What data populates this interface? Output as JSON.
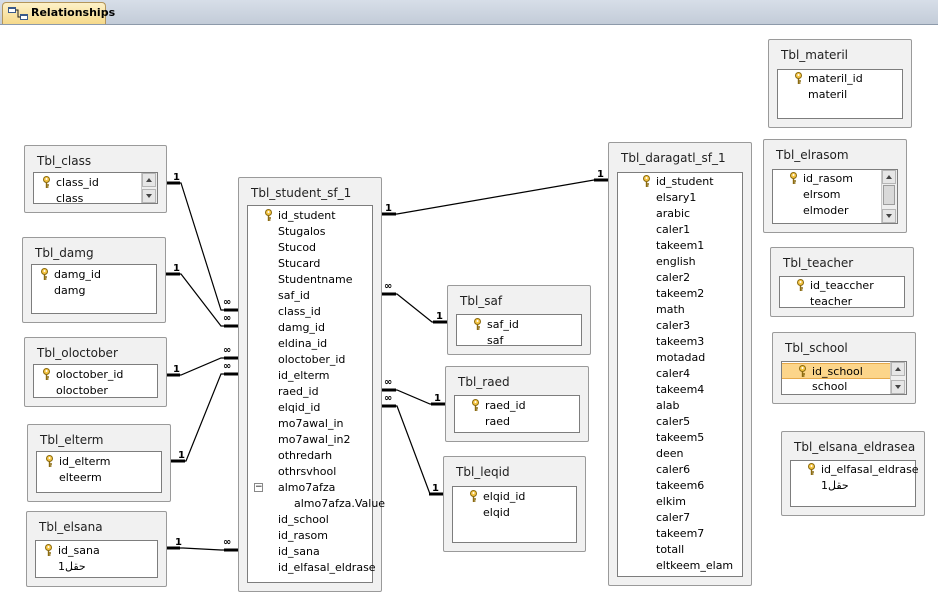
{
  "tab": {
    "label": "Relationships",
    "icon": "relationships-icon"
  },
  "tables": {
    "class": {
      "title": "Tbl_class",
      "fields": [
        "class_id",
        "class"
      ],
      "key": 0
    },
    "damg": {
      "title": "Tbl_damg",
      "fields": [
        "damg_id",
        "damg"
      ],
      "key": 0
    },
    "oloctober": {
      "title": "Tbl_oloctober",
      "fields": [
        "oloctober_id",
        "oloctober"
      ],
      "key": 0
    },
    "elterm": {
      "title": "Tbl_elterm",
      "fields": [
        "id_elterm",
        "elteerm"
      ],
      "key": 0
    },
    "elsana": {
      "title": "Tbl_elsana",
      "fields": [
        "id_sana",
        "حقل1"
      ],
      "key": 0
    },
    "student": {
      "title": "Tbl_student_sf_1",
      "fields": [
        "id_student",
        "Stugalos",
        "Stucod",
        "Stucard",
        "Studentname",
        "saf_id",
        "class_id",
        "damg_id",
        "eldina_id",
        "oloctober_id",
        "id_elterm",
        "raed_id",
        "elqid_id",
        "mo7awal_in",
        "mo7awal_in2",
        "othredarh",
        "othrsvhool",
        "almo7afza",
        "almo7afza.Value",
        "id_school",
        "id_rasom",
        "id_sana",
        "id_elfasal_eldrase"
      ],
      "key": 0,
      "expand_symbol": "−"
    },
    "saf": {
      "title": "Tbl_saf",
      "fields": [
        "saf_id",
        "saf"
      ],
      "key": 0
    },
    "raed": {
      "title": "Tbl_raed",
      "fields": [
        "raed_id",
        "raed"
      ],
      "key": 0
    },
    "leqid": {
      "title": "Tbl_leqid",
      "fields": [
        "elqid_id",
        "elqid"
      ],
      "key": 0
    },
    "daragatl": {
      "title": "Tbl_daragatl_sf_1",
      "fields": [
        "id_student",
        "elsary1",
        "arabic",
        "caler1",
        "takeem1",
        "english",
        "caler2",
        "takeem2",
        "math",
        "caler3",
        "takeem3",
        "motadad",
        "caler4",
        "takeem4",
        "alab",
        "caler5",
        "takeem5",
        "deen",
        "caler6",
        "takeem6",
        "elkim",
        "caler7",
        "takeem7",
        "totall",
        "eltkeem_elam"
      ],
      "key": 0
    },
    "materil": {
      "title": "Tbl_materil",
      "fields": [
        "materil_id",
        "materil"
      ],
      "key": 0
    },
    "elrasom": {
      "title": "Tbl_elrasom",
      "fields": [
        "id_rasom",
        "elrsom",
        "elmoder"
      ],
      "key": 0
    },
    "teacher": {
      "title": "Tbl_teacher",
      "fields": [
        "id_teaccher",
        "teacher"
      ],
      "key": 0
    },
    "school": {
      "title": "Tbl_school",
      "fields": [
        "id_school",
        "school"
      ],
      "key": 0,
      "selected": 0
    },
    "elsana_eldrasea": {
      "title": "Tbl_elsana_eldrasea",
      "fields": [
        "id_elfasal_eldrase",
        "حقل1"
      ],
      "key": 0
    }
  },
  "relationship_labels": {
    "one": "1",
    "many": "∞"
  },
  "colors": {
    "line": "#000000",
    "selected_row": "#fcd58a",
    "table_bg": "#f1f1f1",
    "tab_bg": "#f6d98a"
  }
}
